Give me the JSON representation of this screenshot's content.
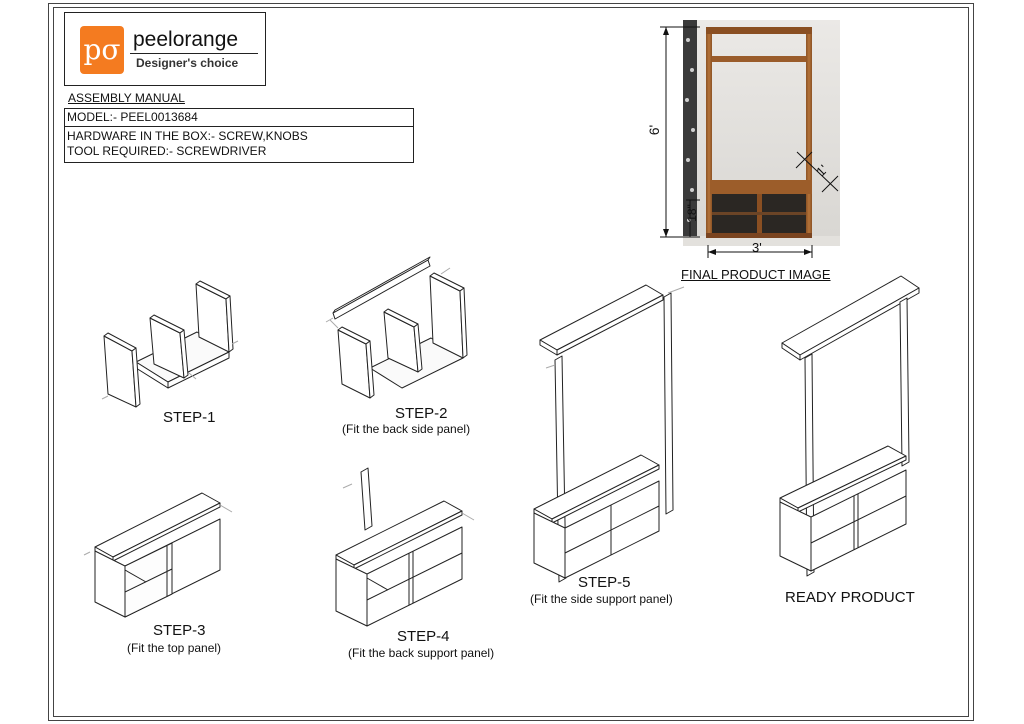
{
  "brand": {
    "logo_mark": "pσ",
    "name": "peelorange",
    "tagline": "Designer's choice"
  },
  "manual": {
    "title": "ASSEMBLY MANUAL",
    "model": "MODEL:- PEEL0013684",
    "hardware": "HARDWARE IN THE BOX:- SCREW,KNOBS",
    "tool": "TOOL REQUIRED:- SCREWDRIVER"
  },
  "product_image": {
    "caption": "FINAL PRODUCT IMAGE",
    "dim_height": "6'",
    "dim_depth": "1'",
    "dim_base": "18\"",
    "dim_width": "3'"
  },
  "steps": [
    {
      "title": "STEP-1",
      "note": ""
    },
    {
      "title": "STEP-2",
      "note": "(Fit the back side panel)"
    },
    {
      "title": "STEP-3",
      "note": "(Fit the top panel)"
    },
    {
      "title": "STEP-4",
      "note": "(Fit the back support panel)"
    },
    {
      "title": "STEP-5",
      "note": "(Fit the side support panel)"
    }
  ],
  "ready": {
    "title": "READY PRODUCT"
  },
  "colors": {
    "brand_orange": "#f47b20",
    "wood": "#a0622d",
    "line": "#222222"
  }
}
